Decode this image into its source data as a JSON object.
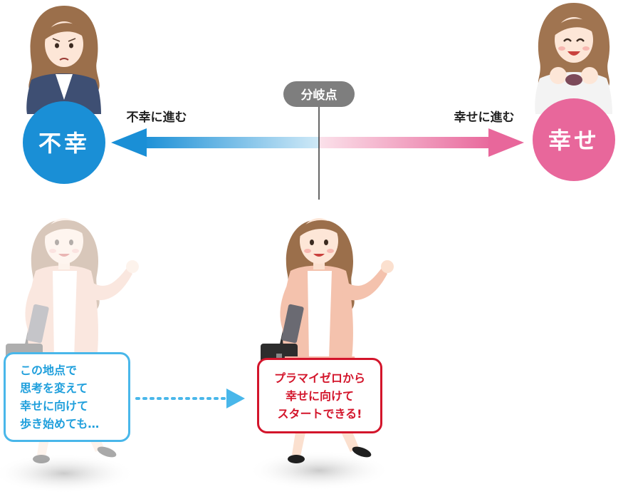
{
  "branch_point": {
    "label": "分岐点"
  },
  "left": {
    "circle_label": "不幸",
    "arrow_label": "不幸に進む",
    "color": "#1a8fd6"
  },
  "right": {
    "circle_label": "幸せ",
    "arrow_label": "幸せに進む",
    "color": "#e8679b"
  },
  "note_left": {
    "lines": [
      "この地点で",
      "思考を変えて",
      "幸せに向けて",
      "歩き始めても…"
    ],
    "color": "#1f9fdc"
  },
  "note_right": {
    "lines": [
      "プラマイゼロから",
      "幸せに向けて",
      "スタートできる!"
    ],
    "color": "#d3152b"
  },
  "figures": [
    {
      "name": "sad-woman",
      "icon": "sad-woman-portrait"
    },
    {
      "name": "happy-woman",
      "icon": "happy-woman-portrait"
    },
    {
      "name": "walking-woman-faded",
      "icon": "walking-woman"
    },
    {
      "name": "walking-woman",
      "icon": "walking-woman"
    }
  ]
}
